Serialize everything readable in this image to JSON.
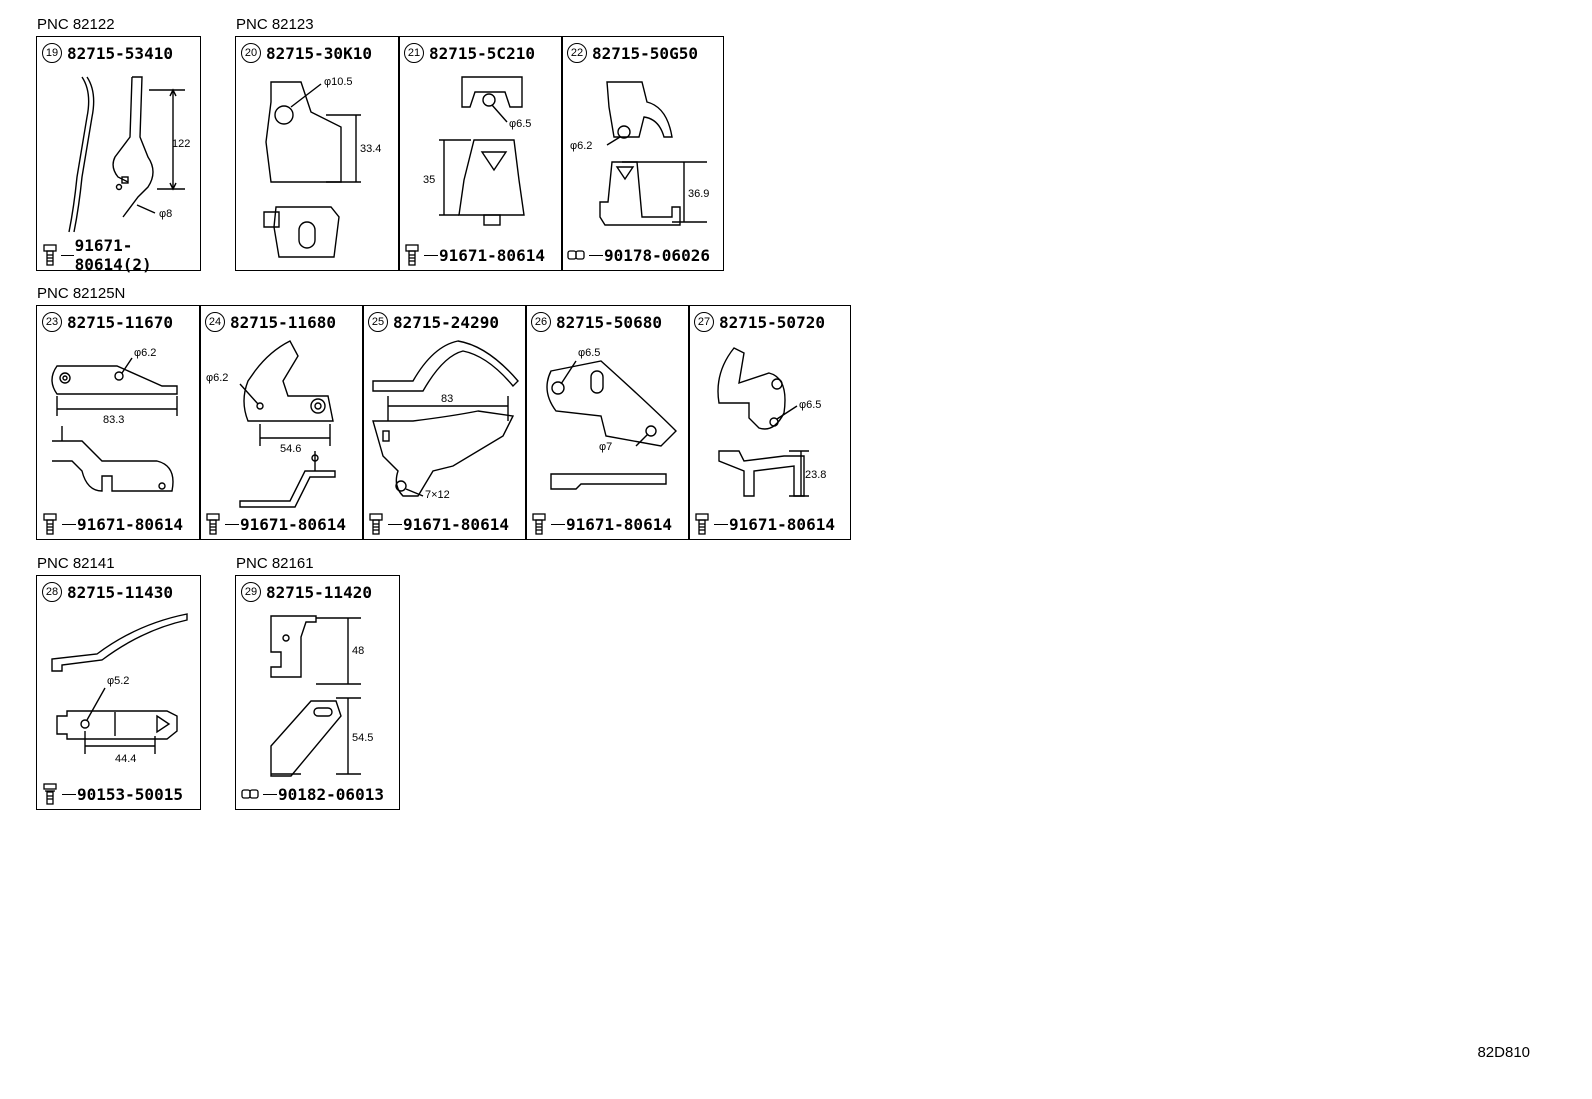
{
  "groups": [
    {
      "pnc": "PNC 82122"
    },
    {
      "pnc": "PNC 82123"
    },
    {
      "pnc": "PNC 82125N"
    },
    {
      "pnc": "PNC 82141"
    },
    {
      "pnc": "PNC 82161"
    }
  ],
  "cells": [
    {
      "num": "19",
      "part": "82715-53410",
      "fastener": "91671-80614(2)",
      "fastener_icon": "bolt-icon",
      "dims": [
        "122",
        "φ8"
      ]
    },
    {
      "num": "20",
      "part": "82715-30K10",
      "fastener": "",
      "fastener_icon": "",
      "dims": [
        "φ10.5",
        "33.4"
      ]
    },
    {
      "num": "21",
      "part": "82715-5C210",
      "fastener": "91671-80614",
      "fastener_icon": "bolt-icon",
      "dims": [
        "φ6.5",
        "35"
      ]
    },
    {
      "num": "22",
      "part": "82715-50G50",
      "fastener": "90178-06026",
      "fastener_icon": "nut-icon",
      "dims": [
        "φ6.2",
        "36.9"
      ]
    },
    {
      "num": "23",
      "part": "82715-11670",
      "fastener": "91671-80614",
      "fastener_icon": "bolt-icon",
      "dims": [
        "φ6.2",
        "83.3"
      ]
    },
    {
      "num": "24",
      "part": "82715-11680",
      "fastener": "91671-80614",
      "fastener_icon": "bolt-icon",
      "dims": [
        "φ6.2",
        "54.6"
      ]
    },
    {
      "num": "25",
      "part": "82715-24290",
      "fastener": "91671-80614",
      "fastener_icon": "bolt-icon",
      "dims": [
        "83",
        "7×12"
      ]
    },
    {
      "num": "26",
      "part": "82715-50680",
      "fastener": "91671-80614",
      "fastener_icon": "bolt-icon",
      "dims": [
        "φ6.5",
        "φ7"
      ]
    },
    {
      "num": "27",
      "part": "82715-50720",
      "fastener": "91671-80614",
      "fastener_icon": "bolt-icon",
      "dims": [
        "φ6.5",
        "23.8"
      ]
    },
    {
      "num": "28",
      "part": "82715-11430",
      "fastener": "90153-50015",
      "fastener_icon": "screw-icon",
      "dims": [
        "φ5.2",
        "44.4"
      ]
    },
    {
      "num": "29",
      "part": "82715-11420",
      "fastener": "90182-06013",
      "fastener_icon": "nut-icon",
      "dims": [
        "48",
        "54.5"
      ]
    }
  ],
  "diagram_code": "82D810"
}
